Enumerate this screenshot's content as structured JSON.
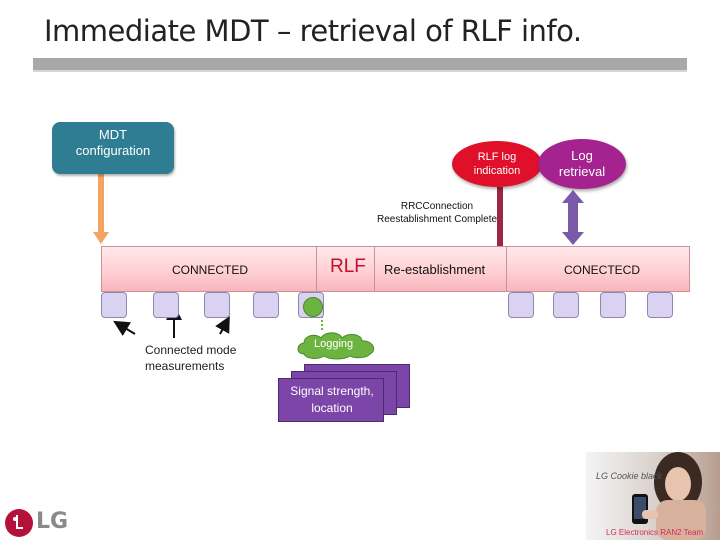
{
  "title": "Immediate MDT – retrieval of RLF info.",
  "mdt_configuration": {
    "line1": "MDT",
    "line2": "configuration"
  },
  "rlf_log_indication": {
    "line1": "RLF log",
    "line2": "indication"
  },
  "log_retrieval": {
    "line1": "Log",
    "line2": "retrieval"
  },
  "rrc_message": {
    "line1": "RRCConnection",
    "line2": "Reestablishment Complete"
  },
  "timeline": {
    "connected": "CONNECTED",
    "rlf": "RLF",
    "reestablishment": "Re-establishment",
    "conectecd": "CONECTECD"
  },
  "connected_mode_measurements": {
    "line1": "Connected mode",
    "line2": "measurements"
  },
  "logging": "Logging",
  "signal_strength": {
    "line1": "Signal strength,",
    "line2": "location"
  },
  "footer": {
    "logo_text": "LG",
    "photo_brand": "LG Cookie black",
    "photo_credit": "LG Electronics RAN2 Team"
  },
  "colors": {
    "mdt_box": "#2f7d92",
    "rlf_indication": "#e0102a",
    "log_retrieval": "#a4238f",
    "band": "#ffd0d4",
    "logging_cloud": "#6db33f",
    "signal_pages": "#7b46a8",
    "arrow_orange": "#f4a460",
    "arrow_maroon": "#9b2742",
    "arrow_purple": "#7a5aa8"
  }
}
